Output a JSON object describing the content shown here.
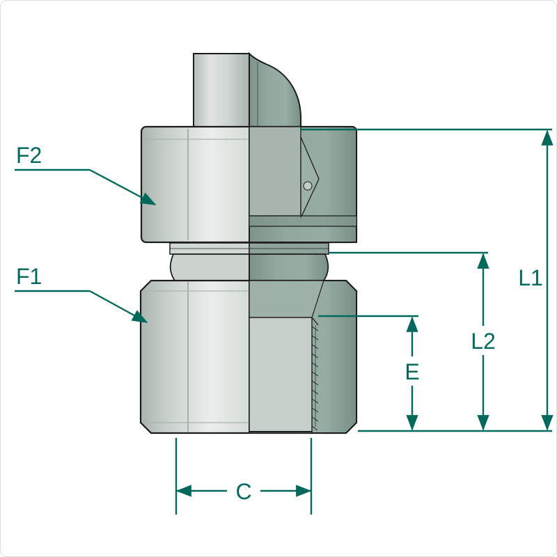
{
  "diagram": {
    "labels": {
      "f2": "F2",
      "f1": "F1",
      "l1": "L1",
      "l2": "L2",
      "e": "E",
      "c": "C"
    },
    "colors": {
      "dimension_accent": "#00695C",
      "body_light": "#d6dcd8",
      "section_fill": "#92a89f",
      "outline": "#1c1c1c",
      "background": "#ffffff"
    }
  }
}
